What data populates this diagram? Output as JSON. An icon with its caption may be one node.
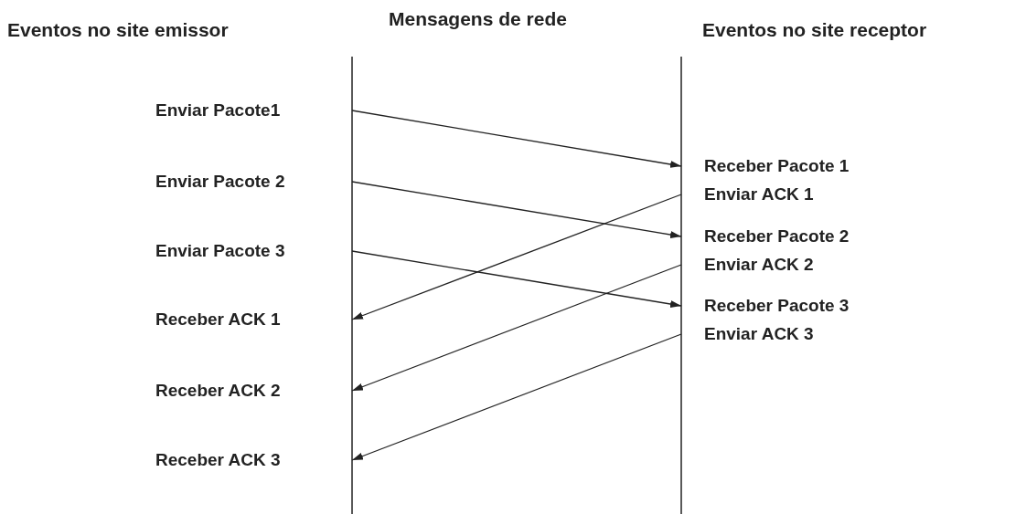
{
  "diagram": {
    "nodes": [
      {
        "text": [
          "Enviar Pacote1"
        ]
      },
      {
        "text": [
          "Enviar Pacote 2"
        ]
      },
      {
        "text": [
          "Enviar Pacote 3"
        ]
      },
      {
        "text": [
          "Receber ACK 1"
        ]
      },
      {
        "text": [
          "Receber ACK 2"
        ]
      },
      {
        "text": [
          "Receber ACK 3"
        ]
      },
      {
        "text": [
          "Receber Pacote 1"
        ]
      },
      {
        "text": [
          "Enviar ACK 1"
        ]
      },
      {
        "text": [
          "Receber Pacote 2"
        ]
      },
      {
        "text": [
          "Enviar ACK 2"
        ]
      },
      {
        "text": [
          "Receber Pacote 3"
        ]
      },
      {
        "text": [
          "Enviar ACK 3"
        ]
      }
    ],
    "edges": [
      {
        "from": 0,
        "to": 6,
        "arrow": "to"
      },
      {
        "from": 1,
        "to": 8,
        "arrow": "to"
      },
      {
        "from": 2,
        "to": 10,
        "arrow": "to"
      },
      {
        "from": 7,
        "to": 3,
        "arrow": "to"
      },
      {
        "from": 9,
        "to": 4,
        "arrow": "to"
      },
      {
        "from": 11,
        "to": 5,
        "arrow": "to"
      }
    ],
    "labels": [
      "Eventos no site emissor",
      "Mensagens de rede",
      "Eventos no site receptor"
    ]
  }
}
